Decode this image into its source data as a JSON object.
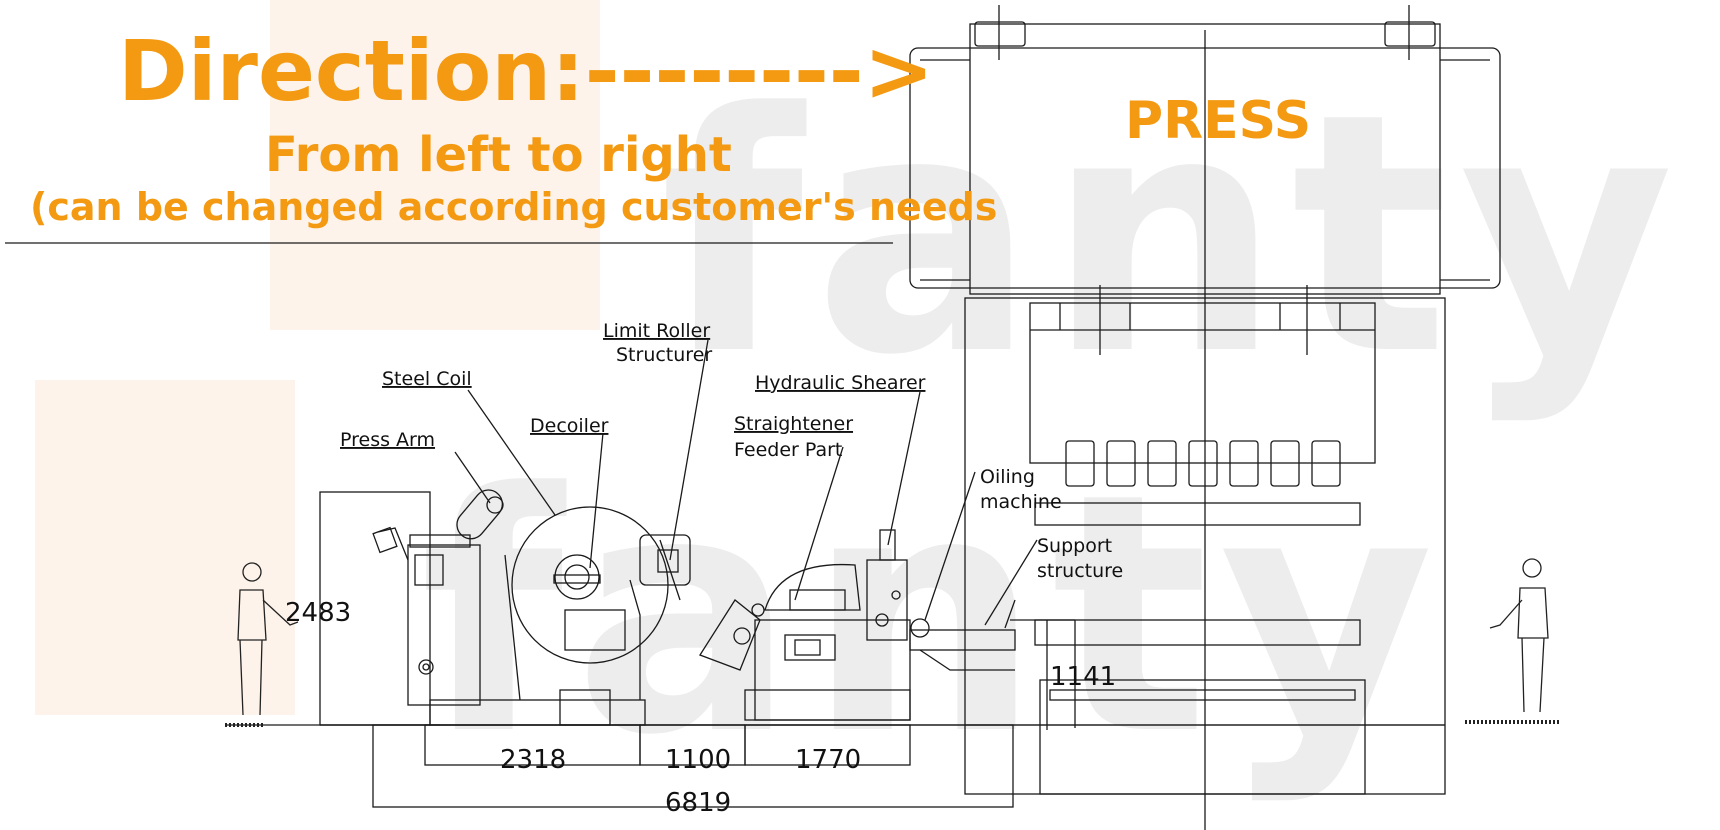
{
  "colors": {
    "accent": "#f39a12",
    "line": "#1a1a1a",
    "watermark": "#ececec",
    "watermark_light": "#fdf0e6"
  },
  "header": {
    "direction": "Direction:-------->",
    "subtitle": "From left to right",
    "note": "(can be changed according customer's needs"
  },
  "press_label": "PRESS",
  "watermark": {
    "top": "fanty",
    "bottom": "fanty"
  },
  "labels": {
    "limit_roller": [
      "Limit Roller",
      "Structurer"
    ],
    "steel_coil": "Steel Coil",
    "hydraulic_shearer": "Hydraulic Shearer",
    "straightener": [
      "Straightener",
      "Feeder Part"
    ],
    "press_arm": "Press Arm",
    "decoiler": "Decoiler",
    "oiling": [
      "Oiling",
      "machine"
    ],
    "support": [
      "Support",
      "structure"
    ]
  },
  "dimensions": {
    "height": "2483",
    "d1": "2318",
    "d2": "1100",
    "d3": "1770",
    "total": "6819",
    "offset": "1141"
  }
}
